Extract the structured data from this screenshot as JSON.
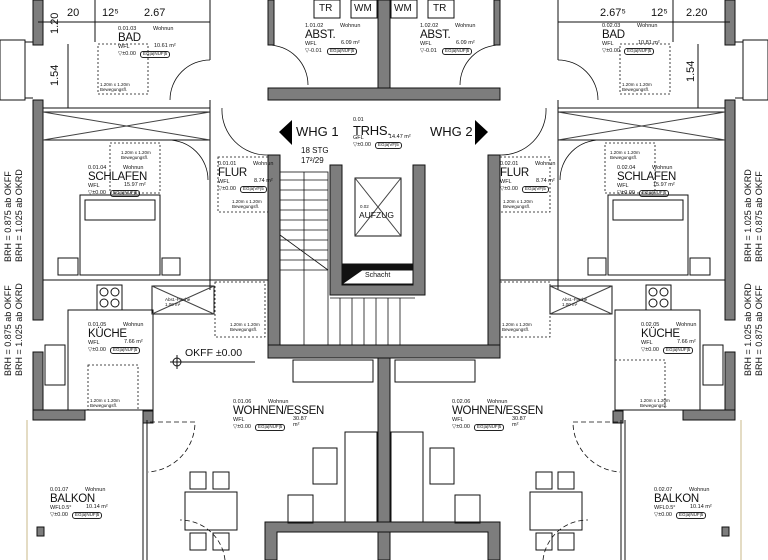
{
  "title": "Grundriss Erdgeschoss",
  "units": {
    "left": "WHG 1",
    "right": "WHG 2"
  },
  "rooms": [
    {
      "number": "0.01.03",
      "type": "Wohnun",
      "name": "BAD",
      "area_label": "WFL",
      "area": "10.61 m²",
      "level": "▽±0.00",
      "tag": "EG|a|NUF|5"
    },
    {
      "number": "1.01.02",
      "type": "Wohnun",
      "name": "ABST.",
      "area_label": "WFL",
      "area": "6.09 m²",
      "level": "▽-0.01",
      "tag": "EG|a|NUF|5"
    },
    {
      "number": "1.02.02",
      "type": "Wohnun",
      "name": "ABST.",
      "area_label": "WFL",
      "area": "6.09 m²",
      "level": "▽-0.01",
      "tag": "EG|a|NUF|5"
    },
    {
      "number": "0.02.03",
      "type": "Wohnun",
      "name": "BAD",
      "area_label": "WFL",
      "area": "10.81 m²",
      "level": "▽±0.00",
      "tag": "EG|a|NUF|5"
    },
    {
      "number": "0.01",
      "type": "",
      "name": "TRHS.",
      "area_label": "GFL",
      "area": "14.47 m²",
      "level": "▽±0.00",
      "tag": "EG|a|VF|5"
    },
    {
      "number": "0.01.01",
      "type": "Wohnun",
      "name": "FLUR",
      "area_label": "WFL",
      "area": "8.74 m²",
      "level": "▽±0.00",
      "tag": "EG|a|VF|5"
    },
    {
      "number": "0.01.04",
      "type": "Wohnun",
      "name": "SCHLAFEN",
      "area_label": "WFL",
      "area": "15.97 m²",
      "level": "▽±0.00",
      "tag": "EG|a|NUF|5"
    },
    {
      "number": "0.02.01",
      "type": "Wohnun",
      "name": "FLUR",
      "area_label": "WFL",
      "area": "8.74 m²",
      "level": "▽±0.00",
      "tag": "EG|a|VF|5"
    },
    {
      "number": "0.02.04",
      "type": "Wohnun",
      "name": "SCHLAFEN",
      "area_label": "WFL",
      "area": "15.97 m²",
      "level": "▽±0.00",
      "tag": "EG|a|NUF|5"
    },
    {
      "number": "0.01.05",
      "type": "Wohnun",
      "name": "KÜCHE",
      "area_label": "WFL",
      "area": "7.66 m²",
      "level": "▽±0.00",
      "tag": "EG|a|NUF|5"
    },
    {
      "number": "0.02.05",
      "type": "Wohnun",
      "name": "KÜCHE",
      "area_label": "WFL",
      "area": "7.66 m²",
      "level": "▽±0.00",
      "tag": "EG|a|NUF|5"
    },
    {
      "number": "0.01.06",
      "type": "Wohnun",
      "name": "WOHNEN/ESSEN",
      "area_label": "WFL",
      "area": "30.87 m²",
      "level": "▽±0.00",
      "tag": "EG|a|NUF|5"
    },
    {
      "number": "0.02.06",
      "type": "Wohnun",
      "name": "WOHNEN/ESSEN",
      "area_label": "WFL",
      "area": "30.87 m²",
      "level": "▽±0.00",
      "tag": "EG|a|NUF|5"
    },
    {
      "number": "0.01.07",
      "type": "Wohnun",
      "name": "BALKON",
      "area_label": "WFL0.5°",
      "area": "10.14 m²",
      "level": "▽±0.00",
      "tag": "EG|a|NUF|5"
    },
    {
      "number": "0.02.07",
      "type": "Wohnun",
      "name": "BALKON",
      "area_label": "WFL0.5°",
      "area": "10.14 m²",
      "level": "▽±0.00",
      "tag": "EG|a|NUF|5"
    }
  ],
  "elevator": {
    "number": "0.02",
    "name": "AUFZUG"
  },
  "shaft": "Schacht",
  "stairs": {
    "count": "18 STG",
    "ratio": "17²/29"
  },
  "appliances": {
    "dryer": "TR",
    "washer": "WM"
  },
  "level_marker": "OKFF ±0.00",
  "dimensions": {
    "d120": "1.20",
    "d20": "20",
    "d125": "12⁵",
    "d267": "2.67",
    "d267r": "2.67⁵",
    "d125r": "12⁵",
    "d220r": "2.20",
    "d154": "1.54",
    "d154r": "1.54"
  },
  "sill_heights": {
    "okff": "BRH = 0.875 ab OKFF",
    "okrd": "BRH = 1.025 ab OKRD"
  },
  "movement_area": {
    "size": "1.20m x 1.20m",
    "label": "Bewegungsfl."
  },
  "storage_area": {
    "label": "Abst.-Fläche",
    "size": "1.00 m²"
  }
}
